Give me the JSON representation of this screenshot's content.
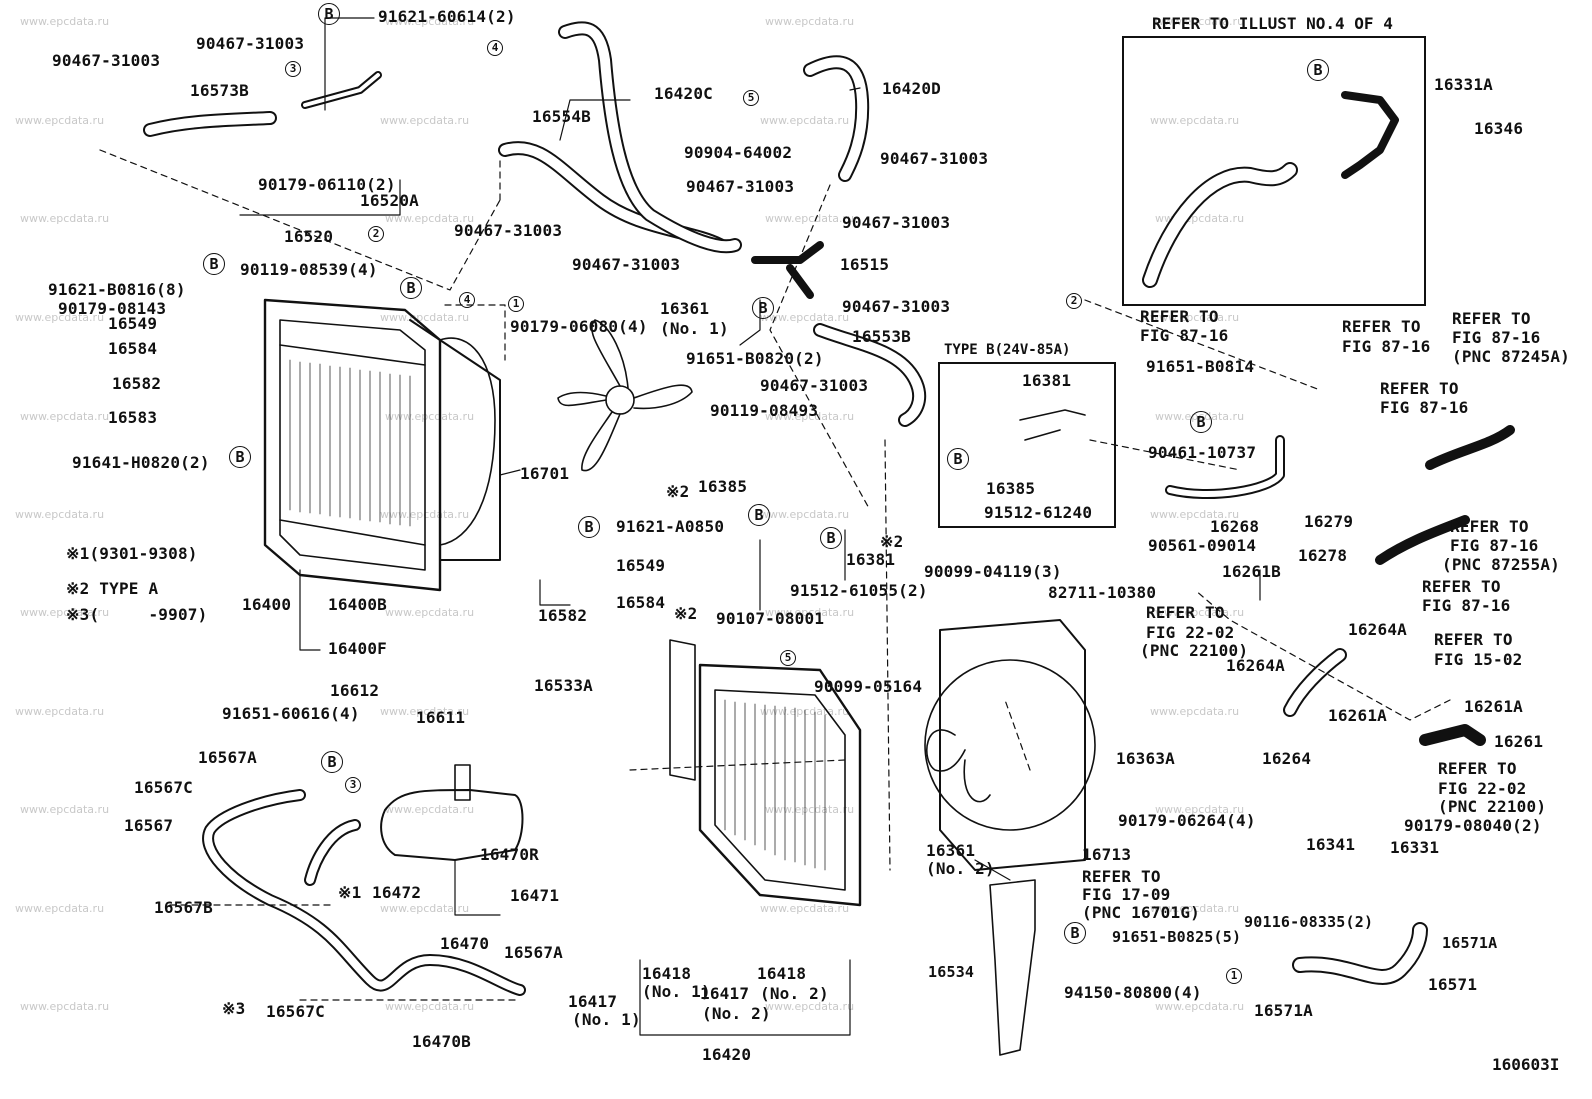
{
  "watermark": "www.epcdata.ru",
  "diagram_code": "160603I",
  "refer_box_title": "REFER TO ILLUST NO.4 OF 4",
  "type_b_title": "TYPE B(24V-85A)",
  "notes": [
    {
      "mark": "※1",
      "text": "(9301-9308)"
    },
    {
      "mark": "※2",
      "text": "TYPE A"
    },
    {
      "mark": "※3",
      "text": "(     -9907)"
    }
  ],
  "labels": [
    "91621-60614(2)",
    "90467-31003",
    "90467-31003",
    "16573B",
    "90179-06110(2)",
    "16520A",
    "16520",
    "16554B",
    "90467-31003",
    "16420C",
    "90904-64002",
    "90467-31003",
    "90467-31003",
    "90467-31003",
    "16420D",
    "90467-31003",
    "16515",
    "90467-31003",
    "16553B",
    "91621-B0816(8)",
    "90179-08143",
    "90119-08539(4)",
    "16549",
    "16584",
    "16582",
    "16583",
    "91641-H0820(2)",
    "90179-06080(4)",
    "16361",
    "(No. 1)",
    "91651-B0820(2)",
    "90467-31003",
    "90119-08493",
    "16701",
    "※2",
    "16385",
    "91621-A0850",
    "16549",
    "16584",
    "16582",
    "91512-61055(2)",
    "16381",
    "※2",
    "90107-08001",
    "16400",
    "16400B",
    "16400F",
    "16331A",
    "16346",
    "16381",
    "16385",
    "91512-61240",
    "REFER TO",
    "FIG 87-16",
    "REFER TO",
    "FIG 87-16",
    "REFER TO",
    "FIG 87-16",
    "(PNC 87245A)",
    "91651-B0814",
    "REFER TO",
    "FIG 87-16",
    "90461-10737",
    "16268",
    "16279",
    "REFER TO",
    "FIG 87-16",
    "(PNC 87255A)",
    "90561-09014",
    "16261B",
    "16278",
    "REFER TO",
    "FIG 87-16",
    "90099-04119(3)",
    "82711-10380",
    "REFER TO",
    "FIG 22-02",
    "(PNC 22100)",
    "16264A",
    "16264A",
    "REFER TO",
    "FIG 15-02",
    "90099-05164",
    "16261A",
    "16261A",
    "16261",
    "16363A",
    "16264",
    "REFER TO",
    "FIG 22-02",
    "(PNC 22100)",
    "90179-06264(4)",
    "90179-08040(2)",
    "16612",
    "91651-60616(4)",
    "16611",
    "16567A",
    "16567C",
    "16567",
    "16470R",
    "16471",
    "※1",
    "16472",
    "16470",
    "16567B",
    "16567A",
    "※3",
    "16567C",
    "16470B",
    "16533A",
    "※2",
    "16418",
    "(No. 1)",
    "16417",
    "(No. 2)",
    "16418",
    "(No. 2)",
    "16417",
    "(No. 1)",
    "16420",
    "16361",
    "(No. 2)",
    "16713",
    "REFER TO",
    "FIG 17-09",
    "(PNC 16701G)",
    "16341",
    "16331",
    "90116-08335(2)",
    "16571A",
    "91651-B0825(5)",
    "16534",
    "94150-80800(4)",
    "16571",
    "16571A"
  ],
  "circle_marks": [
    "B",
    "1",
    "2",
    "3",
    "4",
    "5"
  ]
}
